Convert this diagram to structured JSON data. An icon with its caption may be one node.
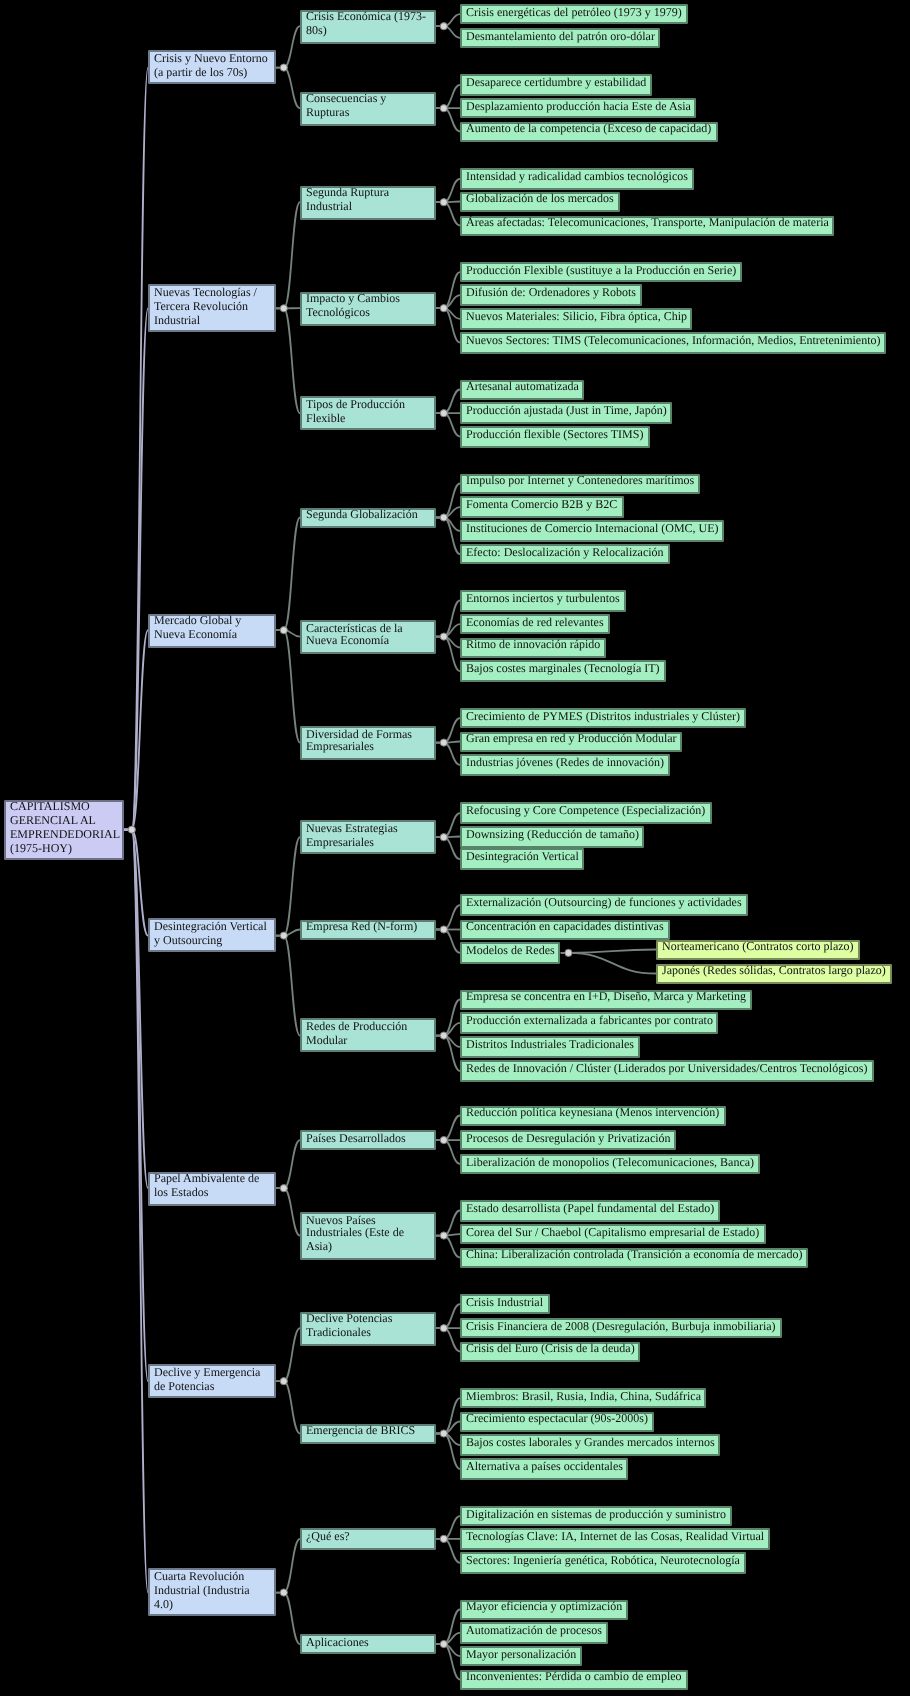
{
  "diagram": {
    "nodes": [
      {
        "text": [
          "CAPITALISMO GERENCIAL AL EMPRENDEDORIAL (1975-HOY)"
        ]
      },
      {
        "text": [
          "Crisis y Nuevo Entorno (a partir de los 70s)"
        ]
      },
      {
        "text": [
          "Crisis Económica (1973-80s)"
        ]
      },
      {
        "text": [
          "Crisis energéticas del petróleo (1973 y 1979)"
        ]
      },
      {
        "text": [
          "Desmantelamiento del patrón oro-dólar"
        ]
      },
      {
        "text": [
          "Consecuencias y Rupturas"
        ]
      },
      {
        "text": [
          "Desaparece certidumbre y estabilidad"
        ]
      },
      {
        "text": [
          "Desplazamiento producción hacia Este de Asia"
        ]
      },
      {
        "text": [
          "Aumento de la competencia (Exceso de capacidad)"
        ]
      },
      {
        "text": [
          "Nuevas Tecnologías / Tercera Revolución Industrial"
        ]
      },
      {
        "text": [
          "Segunda Ruptura Industrial"
        ]
      },
      {
        "text": [
          "Intensidad y radicalidad cambios tecnológicos"
        ]
      },
      {
        "text": [
          "Globalización de los mercados"
        ]
      },
      {
        "text": [
          "Áreas afectadas: Telecomunicaciones, Transporte, Manipulación de materia"
        ]
      },
      {
        "text": [
          "Impacto y Cambios Tecnológicos"
        ]
      },
      {
        "text": [
          "Producción Flexible (sustituye a la Producción en Serie)"
        ]
      },
      {
        "text": [
          "Difusión de: Ordenadores y Robots"
        ]
      },
      {
        "text": [
          "Nuevos Materiales: Silicio, Fibra óptica, Chip"
        ]
      },
      {
        "text": [
          "Nuevos Sectores: TIMS (Telecomunicaciones, Información, Medios, Entretenimiento)"
        ]
      },
      {
        "text": [
          "Tipos de Producción Flexible"
        ]
      },
      {
        "text": [
          "Artesanal automatizada"
        ]
      },
      {
        "text": [
          "Producción ajustada (Just in Time, Japón)"
        ]
      },
      {
        "text": [
          "Producción flexible (Sectores TIMS)"
        ]
      },
      {
        "text": [
          "Mercado Global y Nueva Economía"
        ]
      },
      {
        "text": [
          "Segunda Globalización"
        ]
      },
      {
        "text": [
          "Impulso por Internet y Contenedores marítimos"
        ]
      },
      {
        "text": [
          "Fomenta Comercio B2B y B2C"
        ]
      },
      {
        "text": [
          "Instituciones de Comercio Internacional (OMC, UE)"
        ]
      },
      {
        "text": [
          "Efecto: Deslocalización y Relocalización"
        ]
      },
      {
        "text": [
          "Características de la Nueva Economía"
        ]
      },
      {
        "text": [
          "Entornos inciertos y turbulentos"
        ]
      },
      {
        "text": [
          "Economías de red relevantes"
        ]
      },
      {
        "text": [
          "Ritmo de innovación rápido"
        ]
      },
      {
        "text": [
          "Bajos costes marginales (Tecnología IT)"
        ]
      },
      {
        "text": [
          "Diversidad de Formas Empresariales"
        ]
      },
      {
        "text": [
          "Crecimiento de PYMES (Distritos industriales y Clúster)"
        ]
      },
      {
        "text": [
          "Gran empresa en red y Producción Modular"
        ]
      },
      {
        "text": [
          "Industrias jóvenes (Redes de innovación)"
        ]
      },
      {
        "text": [
          "Desintegración Vertical y Outsourcing"
        ]
      },
      {
        "text": [
          "Nuevas Estrategias Empresariales"
        ]
      },
      {
        "text": [
          "Refocusing y Core Competence (Especialización)"
        ]
      },
      {
        "text": [
          "Downsizing (Reducción de tamaño)"
        ]
      },
      {
        "text": [
          "Desintegración Vertical"
        ]
      },
      {
        "text": [
          "Empresa Red (N-form)"
        ]
      },
      {
        "text": [
          "Externalización (Outsourcing) de funciones y actividades"
        ]
      },
      {
        "text": [
          "Concentración en capacidades distintivas"
        ]
      },
      {
        "text": [
          "Modelos de Redes"
        ]
      },
      {
        "text": [
          "Norteamericano (Contratos corto plazo)"
        ]
      },
      {
        "text": [
          "Japonés (Redes sólidas, Contratos largo plazo)"
        ]
      },
      {
        "text": [
          "Redes de Producción Modular"
        ]
      },
      {
        "text": [
          "Empresa se concentra en I+D, Diseño, Marca y Marketing"
        ]
      },
      {
        "text": [
          "Producción externalizada a fabricantes por contrato"
        ]
      },
      {
        "text": [
          "Distritos Industriales Tradicionales"
        ]
      },
      {
        "text": [
          "Redes de Innovación / Clúster (Liderados por Universidades/Centros Tecnológicos)"
        ]
      },
      {
        "text": [
          "Papel Ambivalente de los Estados"
        ]
      },
      {
        "text": [
          "Países Desarrollados"
        ]
      },
      {
        "text": [
          "Reducción política keynesiana (Menos intervención)"
        ]
      },
      {
        "text": [
          "Procesos de Desregulación y Privatización"
        ]
      },
      {
        "text": [
          "Liberalización de monopolios (Telecomunicaciones, Banca)"
        ]
      },
      {
        "text": [
          "Nuevos Países Industriales (Este de Asia)"
        ]
      },
      {
        "text": [
          "Estado desarrollista (Papel fundamental del Estado)"
        ]
      },
      {
        "text": [
          "Corea del Sur / Chaebol (Capitalismo empresarial de Estado)"
        ]
      },
      {
        "text": [
          "China: Liberalización controlada (Transición a economía de mercado)"
        ]
      },
      {
        "text": [
          "Declive y Emergencia de Potencias"
        ]
      },
      {
        "text": [
          "Declive Potencias Tradicionales"
        ]
      },
      {
        "text": [
          "Crisis Industrial"
        ]
      },
      {
        "text": [
          "Crisis Financiera de 2008 (Desregulación, Burbuja inmobiliaria)"
        ]
      },
      {
        "text": [
          "Crisis del Euro (Crisis de la deuda)"
        ]
      },
      {
        "text": [
          "Emergencia de BRICS"
        ]
      },
      {
        "text": [
          "Miembros: Brasil, Rusia, India, China, Sudáfrica"
        ]
      },
      {
        "text": [
          "Crecimiento espectacular (90s-2000s)"
        ]
      },
      {
        "text": [
          "Bajos costes laborales y Grandes mercados internos"
        ]
      },
      {
        "text": [
          "Alternativa a países occidentales"
        ]
      },
      {
        "text": [
          "Cuarta Revolución Industrial (Industria 4.0)"
        ]
      },
      {
        "text": [
          "¿Qué es?"
        ]
      },
      {
        "text": [
          "Digitalización en sistemas de producción y suministro"
        ]
      },
      {
        "text": [
          "Tecnologías Clave: IA, Internet de las Cosas, Realidad Virtual"
        ]
      },
      {
        "text": [
          "Sectores: Ingeniería genética, Robótica, Neurotecnología"
        ]
      },
      {
        "text": [
          "Aplicaciones"
        ]
      },
      {
        "text": [
          "Mayor eficiencia y optimización"
        ]
      },
      {
        "text": [
          "Automatización de procesos"
        ]
      },
      {
        "text": [
          "Mayor personalización"
        ]
      },
      {
        "text": [
          "Inconvenientes: Pérdida o cambio de empleo"
        ]
      }
    ],
    "edges": [
      {
        "from": 0,
        "to": 1,
        "arrow": "none",
        "color": "#b0b0cc"
      },
      {
        "from": 1,
        "to": 2,
        "arrow": "none"
      },
      {
        "from": 2,
        "to": 3,
        "arrow": "none"
      },
      {
        "from": 2,
        "to": 4,
        "arrow": "none"
      },
      {
        "from": 1,
        "to": 5,
        "arrow": "none"
      },
      {
        "from": 5,
        "to": 6,
        "arrow": "none"
      },
      {
        "from": 5,
        "to": 7,
        "arrow": "none"
      },
      {
        "from": 5,
        "to": 8,
        "arrow": "none"
      },
      {
        "from": 0,
        "to": 9,
        "arrow": "none",
        "color": "#b0b0cc"
      },
      {
        "from": 9,
        "to": 10,
        "arrow": "none"
      },
      {
        "from": 10,
        "to": 11,
        "arrow": "none"
      },
      {
        "from": 10,
        "to": 12,
        "arrow": "none"
      },
      {
        "from": 10,
        "to": 13,
        "arrow": "none"
      },
      {
        "from": 9,
        "to": 14,
        "arrow": "none"
      },
      {
        "from": 14,
        "to": 15,
        "arrow": "none"
      },
      {
        "from": 14,
        "to": 16,
        "arrow": "none"
      },
      {
        "from": 14,
        "to": 17,
        "arrow": "none"
      },
      {
        "from": 14,
        "to": 18,
        "arrow": "none"
      },
      {
        "from": 9,
        "to": 19,
        "arrow": "none"
      },
      {
        "from": 19,
        "to": 20,
        "arrow": "none"
      },
      {
        "from": 19,
        "to": 21,
        "arrow": "none"
      },
      {
        "from": 19,
        "to": 22,
        "arrow": "none"
      },
      {
        "from": 0,
        "to": 23,
        "arrow": "none",
        "color": "#b0b0cc"
      },
      {
        "from": 23,
        "to": 24,
        "arrow": "none"
      },
      {
        "from": 24,
        "to": 25,
        "arrow": "none"
      },
      {
        "from": 24,
        "to": 26,
        "arrow": "none"
      },
      {
        "from": 24,
        "to": 27,
        "arrow": "none"
      },
      {
        "from": 24,
        "to": 28,
        "arrow": "none"
      },
      {
        "from": 23,
        "to": 29,
        "arrow": "none"
      },
      {
        "from": 29,
        "to": 30,
        "arrow": "none"
      },
      {
        "from": 29,
        "to": 31,
        "arrow": "none"
      },
      {
        "from": 29,
        "to": 32,
        "arrow": "none"
      },
      {
        "from": 29,
        "to": 33,
        "arrow": "none"
      },
      {
        "from": 23,
        "to": 34,
        "arrow": "none"
      },
      {
        "from": 34,
        "to": 35,
        "arrow": "none"
      },
      {
        "from": 34,
        "to": 36,
        "arrow": "none"
      },
      {
        "from": 34,
        "to": 37,
        "arrow": "none"
      },
      {
        "from": 0,
        "to": 38,
        "arrow": "none",
        "color": "#b0b0cc"
      },
      {
        "from": 38,
        "to": 39,
        "arrow": "none"
      },
      {
        "from": 39,
        "to": 40,
        "arrow": "none"
      },
      {
        "from": 39,
        "to": 41,
        "arrow": "none"
      },
      {
        "from": 39,
        "to": 42,
        "arrow": "none"
      },
      {
        "from": 38,
        "to": 43,
        "arrow": "none"
      },
      {
        "from": 43,
        "to": 44,
        "arrow": "none"
      },
      {
        "from": 43,
        "to": 45,
        "arrow": "none"
      },
      {
        "from": 43,
        "to": 46,
        "arrow": "none"
      },
      {
        "from": 46,
        "to": 47,
        "arrow": "none"
      },
      {
        "from": 46,
        "to": 48,
        "arrow": "none"
      },
      {
        "from": 38,
        "to": 49,
        "arrow": "none"
      },
      {
        "from": 49,
        "to": 50,
        "arrow": "none"
      },
      {
        "from": 49,
        "to": 51,
        "arrow": "none"
      },
      {
        "from": 49,
        "to": 52,
        "arrow": "none"
      },
      {
        "from": 49,
        "to": 53,
        "arrow": "none"
      },
      {
        "from": 0,
        "to": 54,
        "arrow": "none",
        "color": "#b0b0cc"
      },
      {
        "from": 54,
        "to": 55,
        "arrow": "none"
      },
      {
        "from": 55,
        "to": 56,
        "arrow": "none"
      },
      {
        "from": 55,
        "to": 57,
        "arrow": "none"
      },
      {
        "from": 55,
        "to": 58,
        "arrow": "none"
      },
      {
        "from": 54,
        "to": 59,
        "arrow": "none"
      },
      {
        "from": 59,
        "to": 60,
        "arrow": "none"
      },
      {
        "from": 59,
        "to": 61,
        "arrow": "none"
      },
      {
        "from": 59,
        "to": 62,
        "arrow": "none"
      },
      {
        "from": 0,
        "to": 63,
        "arrow": "none",
        "color": "#b0b0cc"
      },
      {
        "from": 63,
        "to": 64,
        "arrow": "none"
      },
      {
        "from": 64,
        "to": 65,
        "arrow": "none"
      },
      {
        "from": 64,
        "to": 66,
        "arrow": "none"
      },
      {
        "from": 64,
        "to": 67,
        "arrow": "none"
      },
      {
        "from": 63,
        "to": 68,
        "arrow": "none"
      },
      {
        "from": 68,
        "to": 69,
        "arrow": "none"
      },
      {
        "from": 68,
        "to": 70,
        "arrow": "none"
      },
      {
        "from": 68,
        "to": 71,
        "arrow": "none"
      },
      {
        "from": 68,
        "to": 72,
        "arrow": "none"
      },
      {
        "from": 0,
        "to": 73,
        "arrow": "none",
        "color": "#b0b0cc"
      },
      {
        "from": 73,
        "to": 74,
        "arrow": "none"
      },
      {
        "from": 74,
        "to": 75,
        "arrow": "none"
      },
      {
        "from": 74,
        "to": 76,
        "arrow": "none"
      },
      {
        "from": 74,
        "to": 77,
        "arrow": "none"
      },
      {
        "from": 73,
        "to": 78,
        "arrow": "none"
      },
      {
        "from": 78,
        "to": 79,
        "arrow": "none"
      },
      {
        "from": 78,
        "to": 80,
        "arrow": "none"
      },
      {
        "from": 78,
        "to": 81,
        "arrow": "none"
      },
      {
        "from": 78,
        "to": 82,
        "arrow": "none"
      }
    ]
  }
}
